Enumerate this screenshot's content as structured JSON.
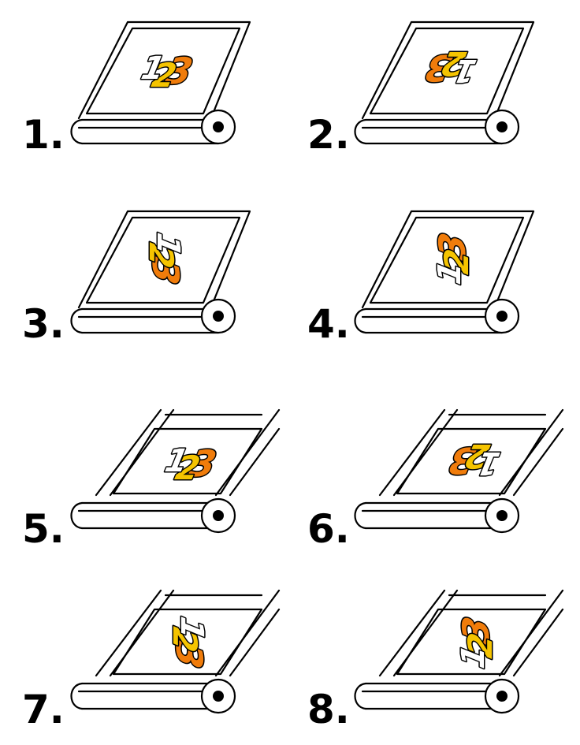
{
  "diagram": {
    "title": "",
    "colors": {
      "outline": "#000000",
      "paper": "#ffffff",
      "digit_one": "#ffffff",
      "digit_two": "#f5c400",
      "digit_three": "#f07c0b"
    },
    "digits": [
      "1",
      "2",
      "3"
    ],
    "options": [
      {
        "label": "1.",
        "roll_style": "single-roll",
        "symbol_rotation_deg": 0
      },
      {
        "label": "2.",
        "roll_style": "single-roll",
        "symbol_rotation_deg": 180
      },
      {
        "label": "3.",
        "roll_style": "single-roll",
        "symbol_rotation_deg": 90
      },
      {
        "label": "4.",
        "roll_style": "single-roll",
        "symbol_rotation_deg": -90
      },
      {
        "label": "5.",
        "roll_style": "continuous-feed",
        "symbol_rotation_deg": 0
      },
      {
        "label": "6.",
        "roll_style": "continuous-feed",
        "symbol_rotation_deg": 180
      },
      {
        "label": "7.",
        "roll_style": "continuous-feed",
        "symbol_rotation_deg": 90
      },
      {
        "label": "8.",
        "roll_style": "continuous-feed",
        "symbol_rotation_deg": -90
      }
    ]
  }
}
